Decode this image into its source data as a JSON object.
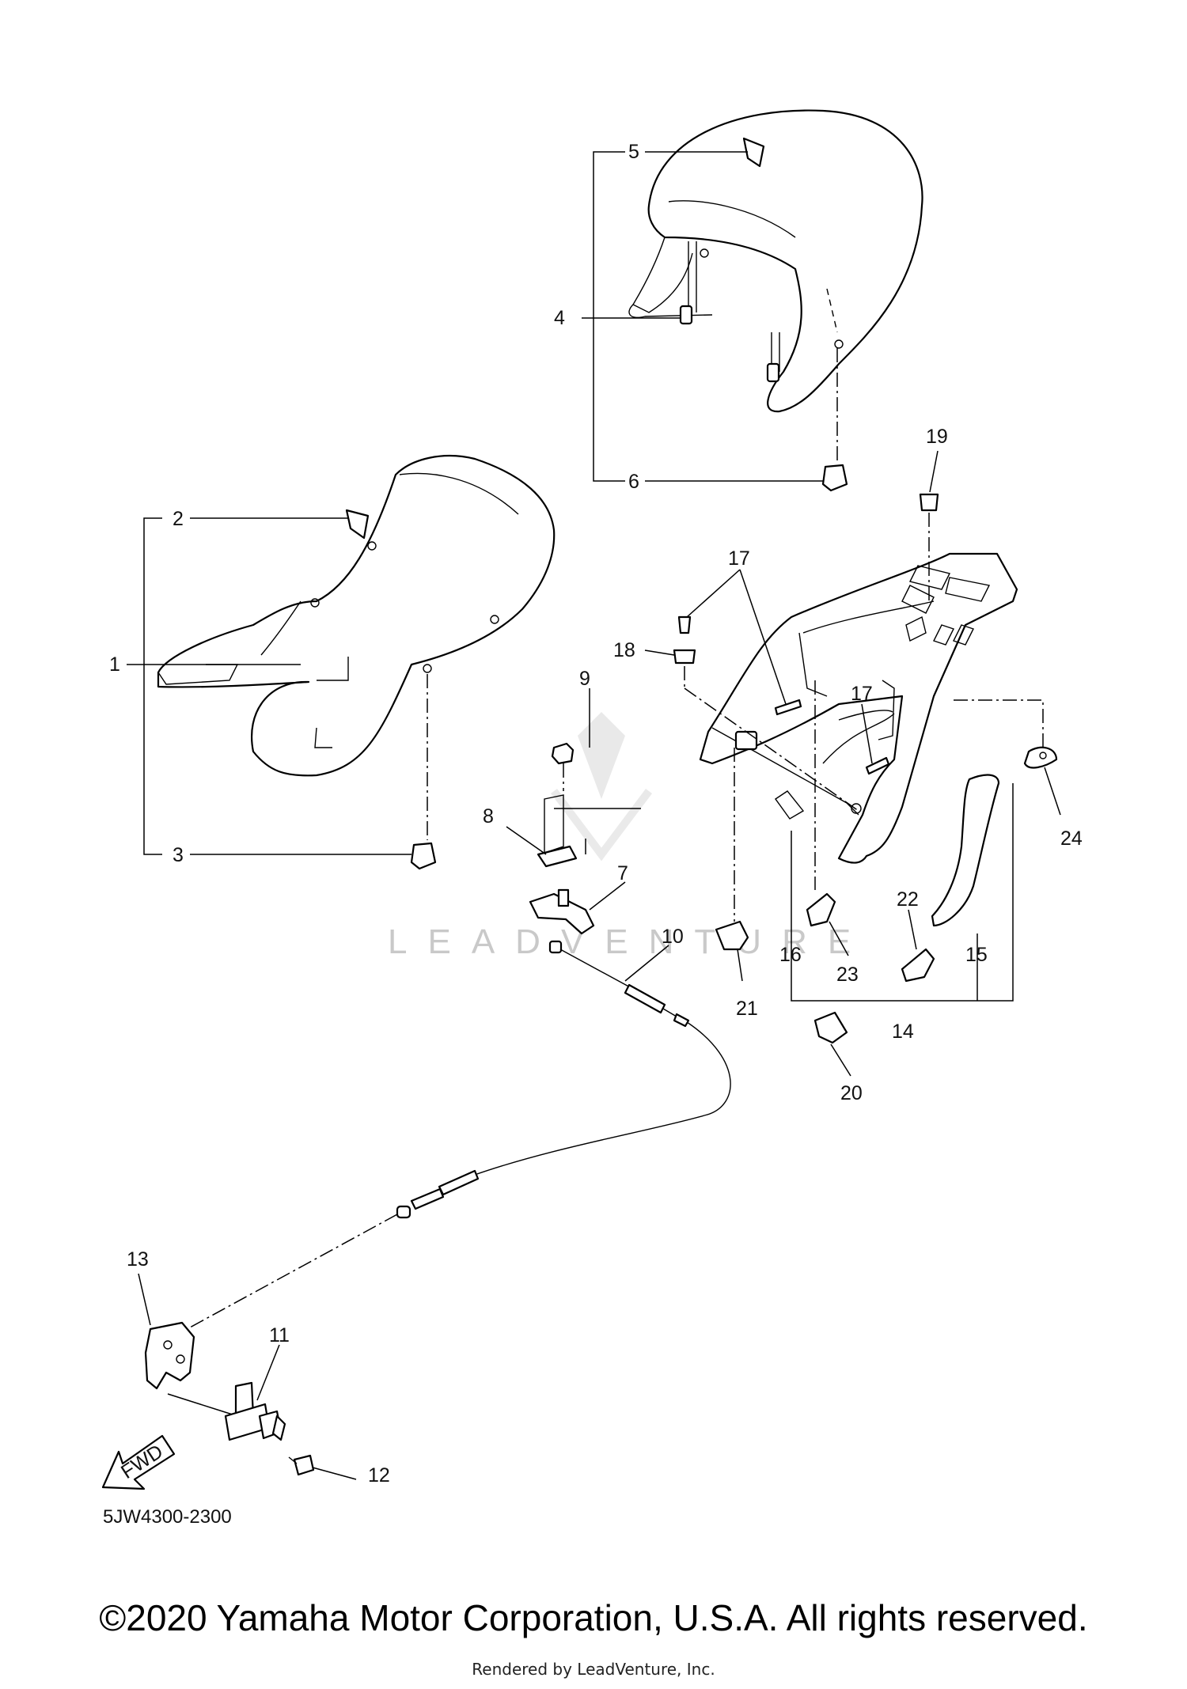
{
  "diagram": {
    "code": "5JW4300-2300",
    "watermark": "LEADVENTURE",
    "fwd": "FWD",
    "callouts": [
      "1",
      "2",
      "3",
      "4",
      "5",
      "6",
      "7",
      "8",
      "9",
      "10",
      "11",
      "12",
      "13",
      "14",
      "15",
      "16",
      "17",
      "17",
      "18",
      "19",
      "20",
      "21",
      "22",
      "23",
      "24"
    ]
  },
  "footer": {
    "copyright": "©2020 Yamaha Motor Corporation, U.S.A. All rights reserved.",
    "rendered": "Rendered by LeadVenture, Inc."
  }
}
